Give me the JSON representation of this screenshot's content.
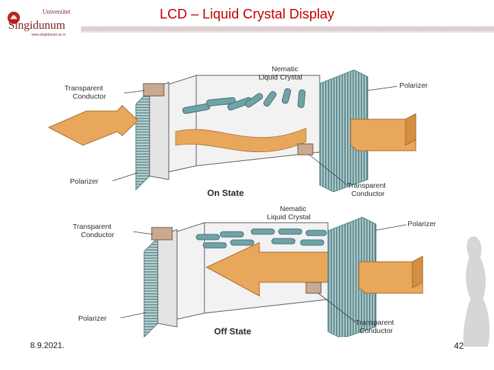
{
  "slide": {
    "title": "LCD – Liquid Crystal Display",
    "date": "8.9.2021.",
    "page_number": "42"
  },
  "logo": {
    "line1": "Univerzitet",
    "line2": "Singidunum",
    "line3": "www.singidunum.ac.rs"
  },
  "diagram": {
    "on": {
      "transparent_conductor_left": [
        "Transparent",
        "Conductor"
      ],
      "nematic": [
        "Nematic",
        "Liquid Crystal"
      ],
      "polarizer_right": "Polarizer",
      "polarizer_left": "Polarizer",
      "transparent_conductor_right": [
        "Transparent",
        "Conductor"
      ],
      "state": "On State"
    },
    "off": {
      "transparent_conductor_left": [
        "Transparent",
        "Conductor"
      ],
      "nematic": [
        "Nematic",
        "Liquid Crystal"
      ],
      "polarizer_right": "Polarizer",
      "polarizer_left": "Polarizer",
      "transparent_conductor_right": [
        "Transparent",
        "Conductor"
      ],
      "state": "Off State"
    }
  },
  "colors": {
    "title": "#c00000",
    "arrow": "#e8a75a",
    "crystal": "#6fa3a8",
    "polarizer": "#8fb3b6",
    "conductor": "#c9a98f"
  }
}
